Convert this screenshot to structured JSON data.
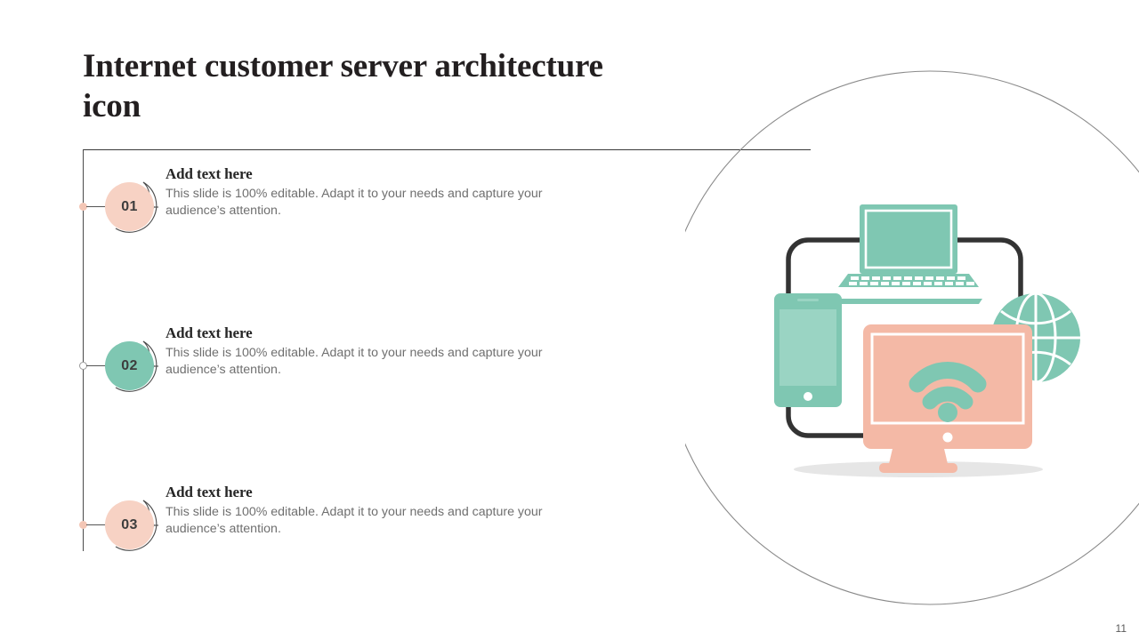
{
  "slide": {
    "title": "Internet customer server architecture icon",
    "page_number": "11"
  },
  "bullets": [
    {
      "number": "01",
      "heading": "Add text here",
      "body": "This slide is 100% editable. Adapt it to your needs and capture your audience’s attention.",
      "badge_color": "#f7d2c4",
      "badge_style": "peach",
      "dot_style": "filled"
    },
    {
      "number": "02",
      "heading": "Add text here",
      "body": "This slide is 100% editable. Adapt it to your needs and capture your audience’s attention.",
      "badge_color": "#7fc7b2",
      "badge_style": "teal",
      "dot_style": "hollow"
    },
    {
      "number": "03",
      "heading": "Add text here",
      "body": "This slide is 100% editable. Adapt it to your needs and capture your audience’s attention.",
      "badge_color": "#f7d2c4",
      "badge_style": "peach",
      "dot_style": "filled"
    }
  ],
  "illustration": {
    "name": "internet-customer-server-architecture-diagram",
    "outer_circle_color": "#8a8a8a",
    "connector_color": "#3a3a3a",
    "devices": [
      {
        "name": "laptop-icon",
        "color": "#7fc7b2",
        "detail_color": "#ffffff"
      },
      {
        "name": "smartphone-icon",
        "color": "#7fc7b2",
        "detail_color": "#9ad4c3"
      },
      {
        "name": "monitor-wifi-icon",
        "color": "#f4b9a6",
        "accent_color": "#7fc7b2",
        "detail_color": "#ffffff"
      },
      {
        "name": "globe-icon",
        "color": "#7fc7b2",
        "detail_color": "#ffffff"
      }
    ],
    "shadow_color": "#e6e6e6"
  },
  "colors": {
    "title": "#231f20",
    "body_text": "#6f6f6f",
    "peach": "#f7d2c4",
    "teal": "#7fc7b2",
    "salmon": "#f4b9a6",
    "rule": "#3a3a3a"
  }
}
